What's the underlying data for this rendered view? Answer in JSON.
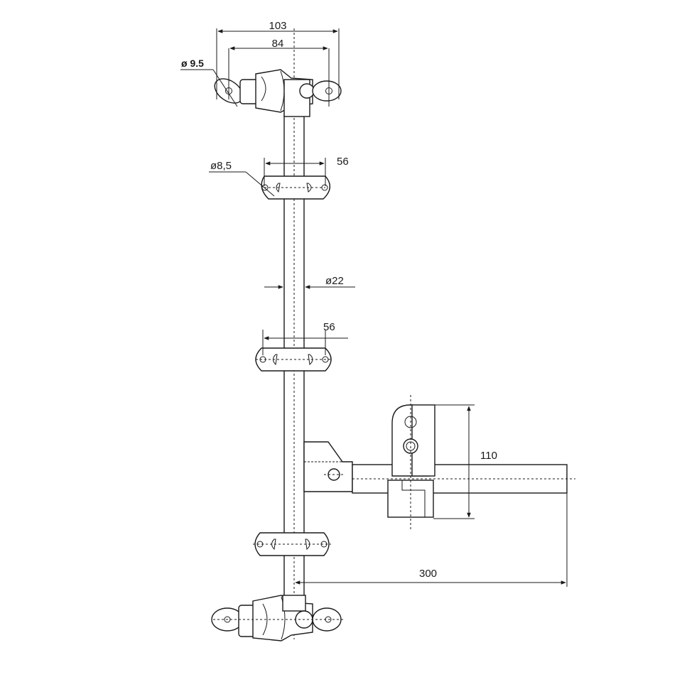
{
  "dimensions": {
    "top_outer_width": "103",
    "top_inner_width": "84",
    "top_hole_diameter": "ø 9.5",
    "bracket_hole_diameter": "ø8,5",
    "upper_bracket_width": "56",
    "rod_diameter": "ø22",
    "middle_bracket_width": "56",
    "handle_height": "110",
    "handle_length": "300"
  }
}
